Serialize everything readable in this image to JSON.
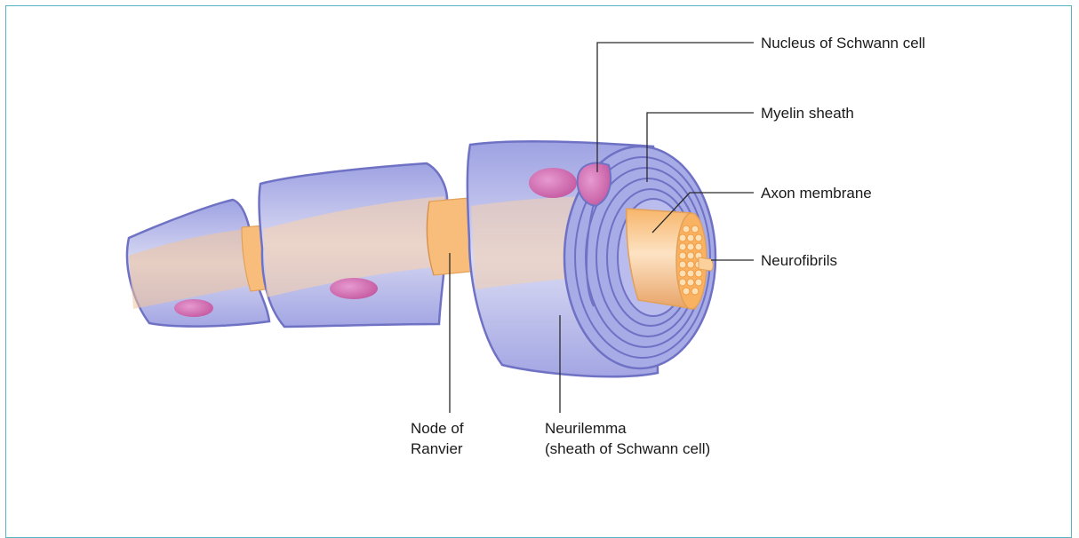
{
  "labels": {
    "nucleus": "Nucleus of Schwann cell",
    "myelin": "Myelin sheath",
    "axon_membrane": "Axon membrane",
    "neurofibrils": "Neurofibrils",
    "node_line1": "Node of",
    "node_line2": "Ranvier",
    "neurilemma_line1": "Neurilemma",
    "neurilemma_line2": "(sheath of Schwann cell)"
  },
  "colors": {
    "sheath": "#9b9fe0",
    "sheath_outline": "#6f72c4",
    "axon": "#f7b56a",
    "axon_light": "#fbd6a6",
    "nucleus": "#cf5fa8",
    "frame": "#58b4c4"
  }
}
